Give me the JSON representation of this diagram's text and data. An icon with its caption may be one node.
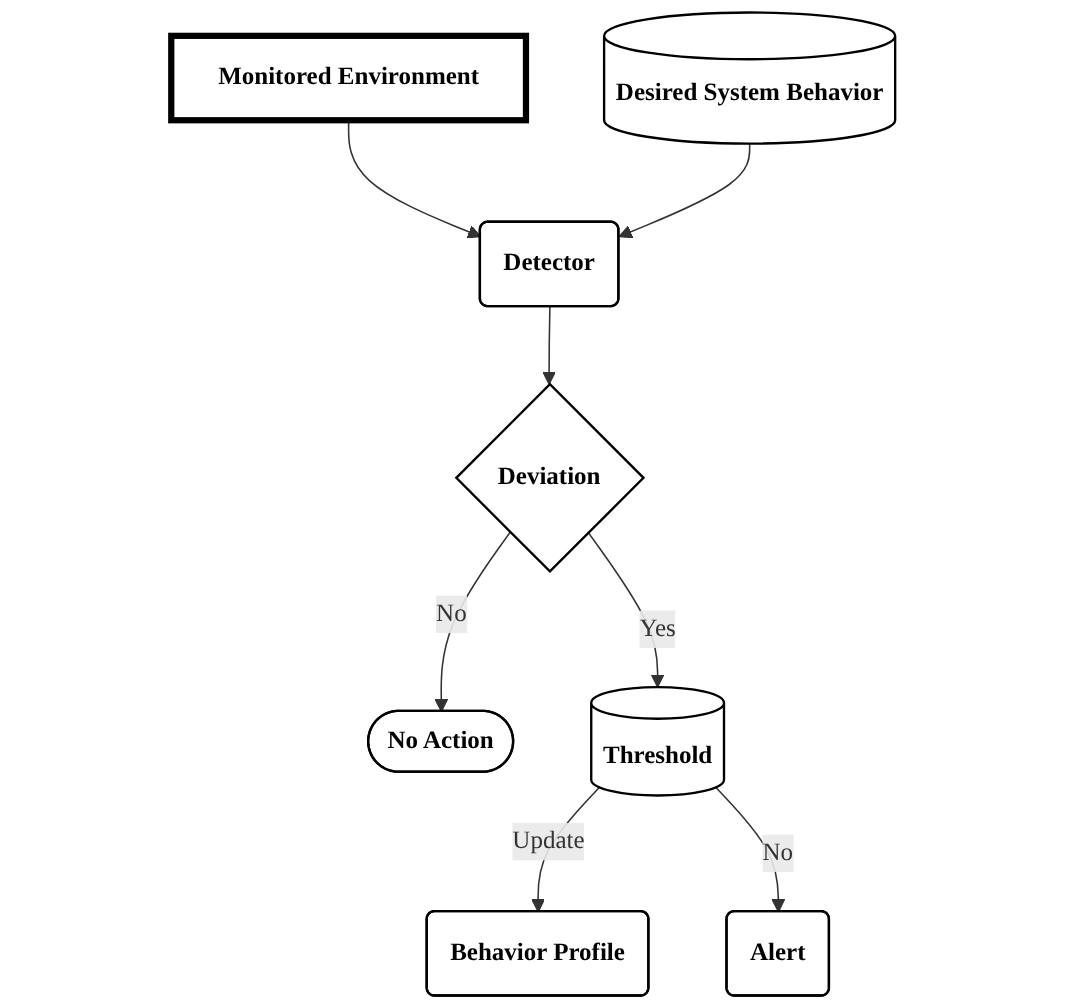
{
  "diagram": {
    "nodes": [
      {
        "text": [
          "Monitored Environment"
        ]
      },
      {
        "text": [
          "Detector"
        ]
      },
      {
        "text": [
          "Desired System Behavior"
        ]
      },
      {
        "text": [
          "Deviation"
        ]
      },
      {
        "text": [
          "No Action"
        ]
      },
      {
        "text": [
          "Threshold"
        ]
      },
      {
        "text": [
          "Behavior Profile"
        ]
      },
      {
        "text": [
          "Alert"
        ]
      }
    ],
    "edges": [
      {
        "from": 0,
        "to": 1,
        "arrow": "to"
      },
      {
        "from": 2,
        "to": 1,
        "arrow": "to"
      },
      {
        "from": 1,
        "to": 3,
        "arrow": "to"
      },
      {
        "from": 3,
        "to": 4,
        "arrow": "to",
        "label": "No"
      },
      {
        "from": 3,
        "to": 5,
        "arrow": "to",
        "label": "Yes"
      },
      {
        "from": 5,
        "to": 6,
        "arrow": "to",
        "label": "Update"
      },
      {
        "from": 5,
        "to": 7,
        "arrow": "to",
        "label": "No"
      }
    ]
  }
}
